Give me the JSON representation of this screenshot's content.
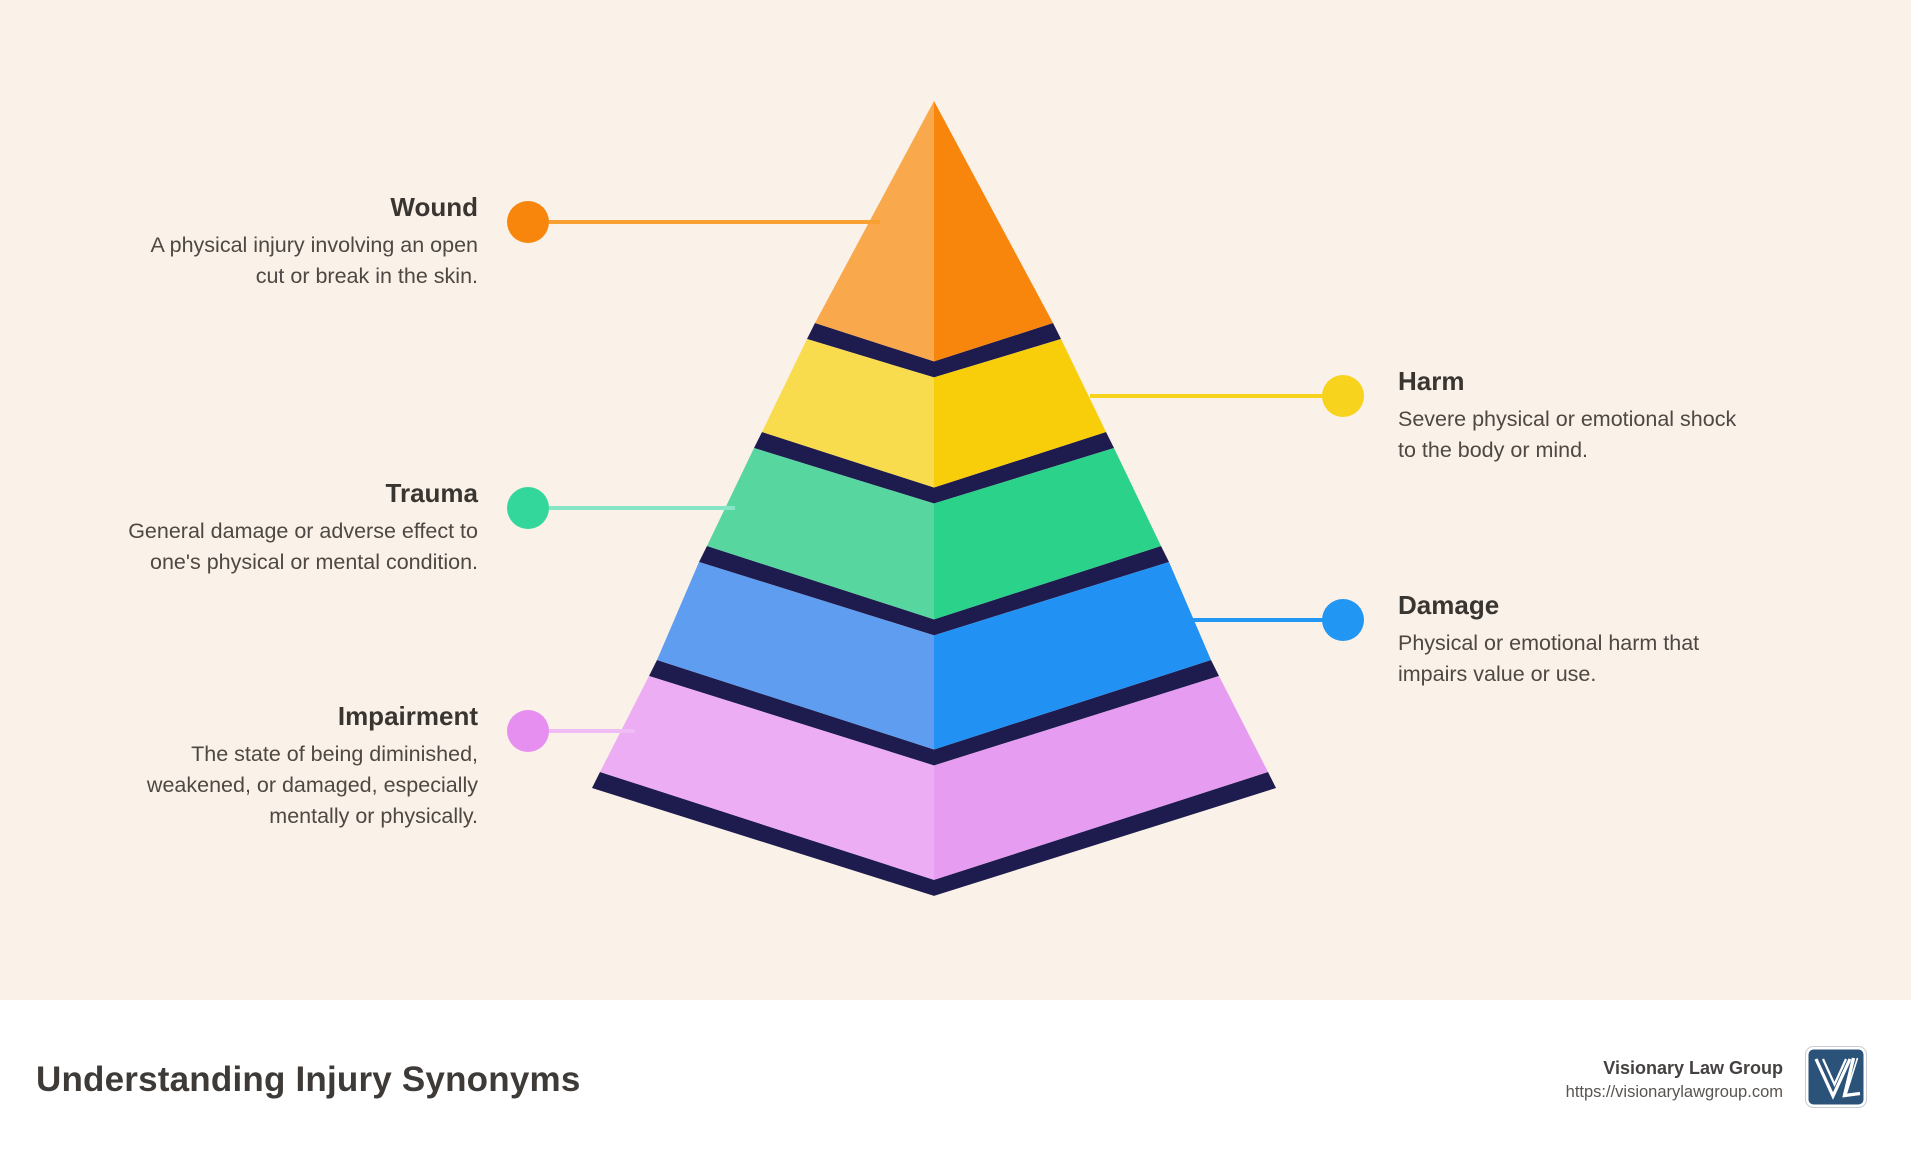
{
  "colors": {
    "background": "#FAF1E8",
    "footer_background": "#FFFFFF",
    "band_navy": "#1E1C4E",
    "title_text": "#393531",
    "desc_text": "#4E4843"
  },
  "pyramid": {
    "tiers": [
      {
        "label": "Wound",
        "face_light": "#F9A94B",
        "face_dark": "#F8860D"
      },
      {
        "label": "Harm",
        "face_light": "#F8DC4D",
        "face_dark": "#F8CE0A"
      },
      {
        "label": "Trauma",
        "face_light": "#57D6A0",
        "face_dark": "#2BD289"
      },
      {
        "label": "Damage",
        "face_light": "#5F9DF0",
        "face_dark": "#2191F4"
      },
      {
        "label": "Impairment",
        "face_light": "#EDADF5",
        "face_dark": "#E69CF1"
      }
    ]
  },
  "entries": [
    {
      "id": "wound",
      "side": "left",
      "title": "Wound",
      "description": "A physical injury involving an open cut or break in the skin.",
      "dot_color": "#F8860D",
      "line_color": "#F9A033"
    },
    {
      "id": "harm",
      "side": "right",
      "title": "Harm",
      "description": "Severe physical or emotional shock to the body or mind.",
      "dot_color": "#F8D31E",
      "line_color": "#F8D31E"
    },
    {
      "id": "trauma",
      "side": "left",
      "title": "Trauma",
      "description": "General damage or adverse effect to one's physical or mental condition.",
      "dot_color": "#33D79B",
      "line_color": "#85E5C4"
    },
    {
      "id": "damage",
      "side": "right",
      "title": "Damage",
      "description": "Physical or emotional harm that impairs value or use.",
      "dot_color": "#2196F3",
      "line_color": "#2196F3"
    },
    {
      "id": "impairment",
      "side": "left",
      "title": "Impairment",
      "description": "The state of being diminished, weakened, or damaged, especially mentally or physically.",
      "dot_color": "#E68FF0",
      "line_color": "#F0BCF6"
    }
  ],
  "footer": {
    "title": "Understanding Injury Synonyms",
    "brand_name": "Visionary Law Group",
    "brand_url": "https://visionarylawgroup.com",
    "logo_monogram": "VL",
    "logo_color": "#2B5278"
  }
}
